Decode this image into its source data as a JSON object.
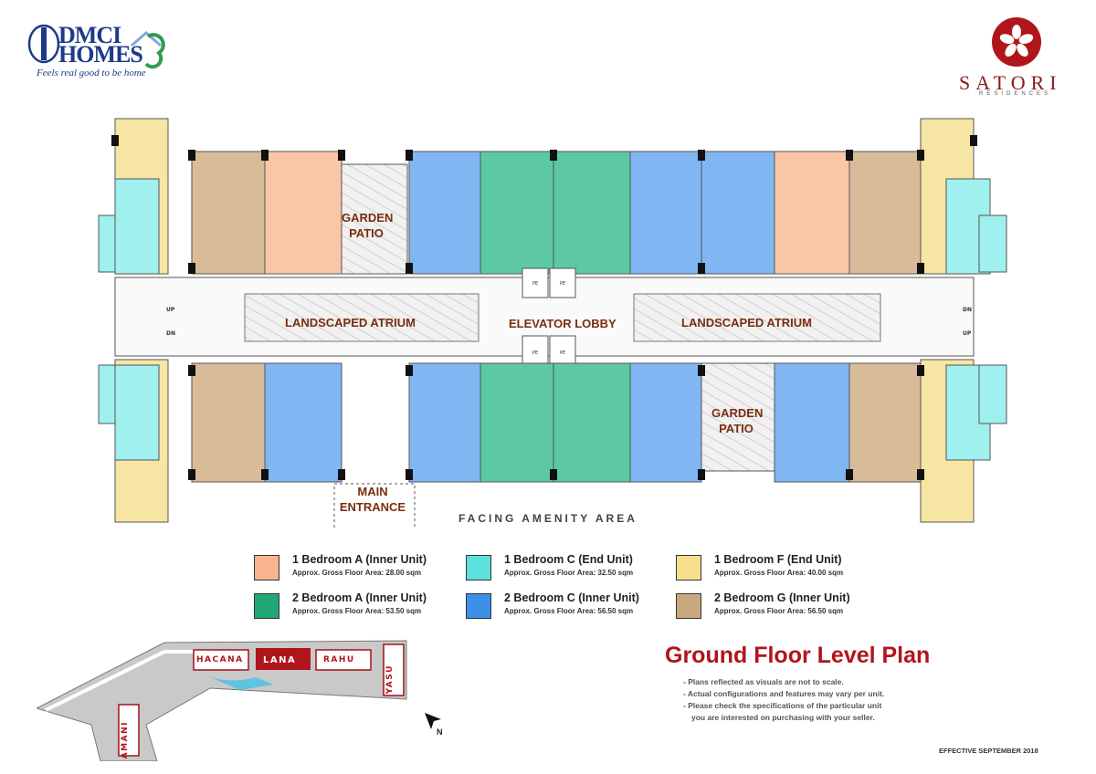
{
  "branding": {
    "dmci_line1": "DMCI",
    "dmci_line2": "HOMES",
    "dmci_tagline": "Feels real good to be home",
    "satori_name": "SATORI",
    "satori_sub": "RESIDENCES"
  },
  "plan": {
    "areas": {
      "garden_patio_top": "GARDEN PATIO",
      "landscaped_atrium_left": "LANDSCAPED ATRIUM",
      "elevator_lobby": "ELEVATOR LOBBY",
      "landscaped_atrium_right": "LANDSCAPED ATRIUM",
      "garden_patio_bottom": "GARDEN PATIO",
      "main_entrance": "MAIN ENTRANCE"
    },
    "facing": "FACING AMENITY AREA",
    "stair_labels": {
      "up": "UP",
      "dn": "DN"
    },
    "elevator_tag": "PE"
  },
  "legend": [
    {
      "title": "1 Bedroom A (Inner Unit)",
      "area": "Approx. Gross Floor Area: 28.00 sqm",
      "color": "#f9b58f"
    },
    {
      "title": "1 Bedroom C (End Unit)",
      "area": "Approx. Gross Floor Area: 32.50 sqm",
      "color": "#5ee0dc"
    },
    {
      "title": "1 Bedroom F (End Unit)",
      "area": "Approx. Gross Floor Area: 40.00 sqm",
      "color": "#f6e08e"
    },
    {
      "title": "2 Bedroom A (Inner Unit)",
      "area": "Approx. Gross Floor Area: 53.50 sqm",
      "color": "#22a877"
    },
    {
      "title": "2 Bedroom C (Inner Unit)",
      "area": "Approx. Gross Floor Area: 56.50 sqm",
      "color": "#3d8fe8"
    },
    {
      "title": "2 Bedroom G (Inner Unit)",
      "area": "Approx. Gross Floor Area: 56.50 sqm",
      "color": "#c9a77c"
    }
  ],
  "keyplan": {
    "buildings": [
      "HACANA",
      "LANA",
      "RAHU",
      "YASU",
      "AMANI"
    ],
    "highlight": "LANA",
    "north": "N"
  },
  "title": "Ground Floor Level Plan",
  "notes": [
    "- Plans reflected as visuals are not to scale.",
    "- Actual configurations and features may vary per unit.",
    "- Please check the specifications of the particular unit",
    "  you are interested on purchasing with your seller."
  ],
  "effective": "EFFECTIVE SEPTEMBER 2018",
  "colors": {
    "brand_red": "#b0151b",
    "label_brown": "#7a2d0e",
    "orange": "#f9b58f",
    "cyan": "#9ff0ee",
    "yellow": "#f7e5a4",
    "green": "#5cc9a2",
    "blue": "#80b6f2",
    "tan": "#d8bb98"
  }
}
